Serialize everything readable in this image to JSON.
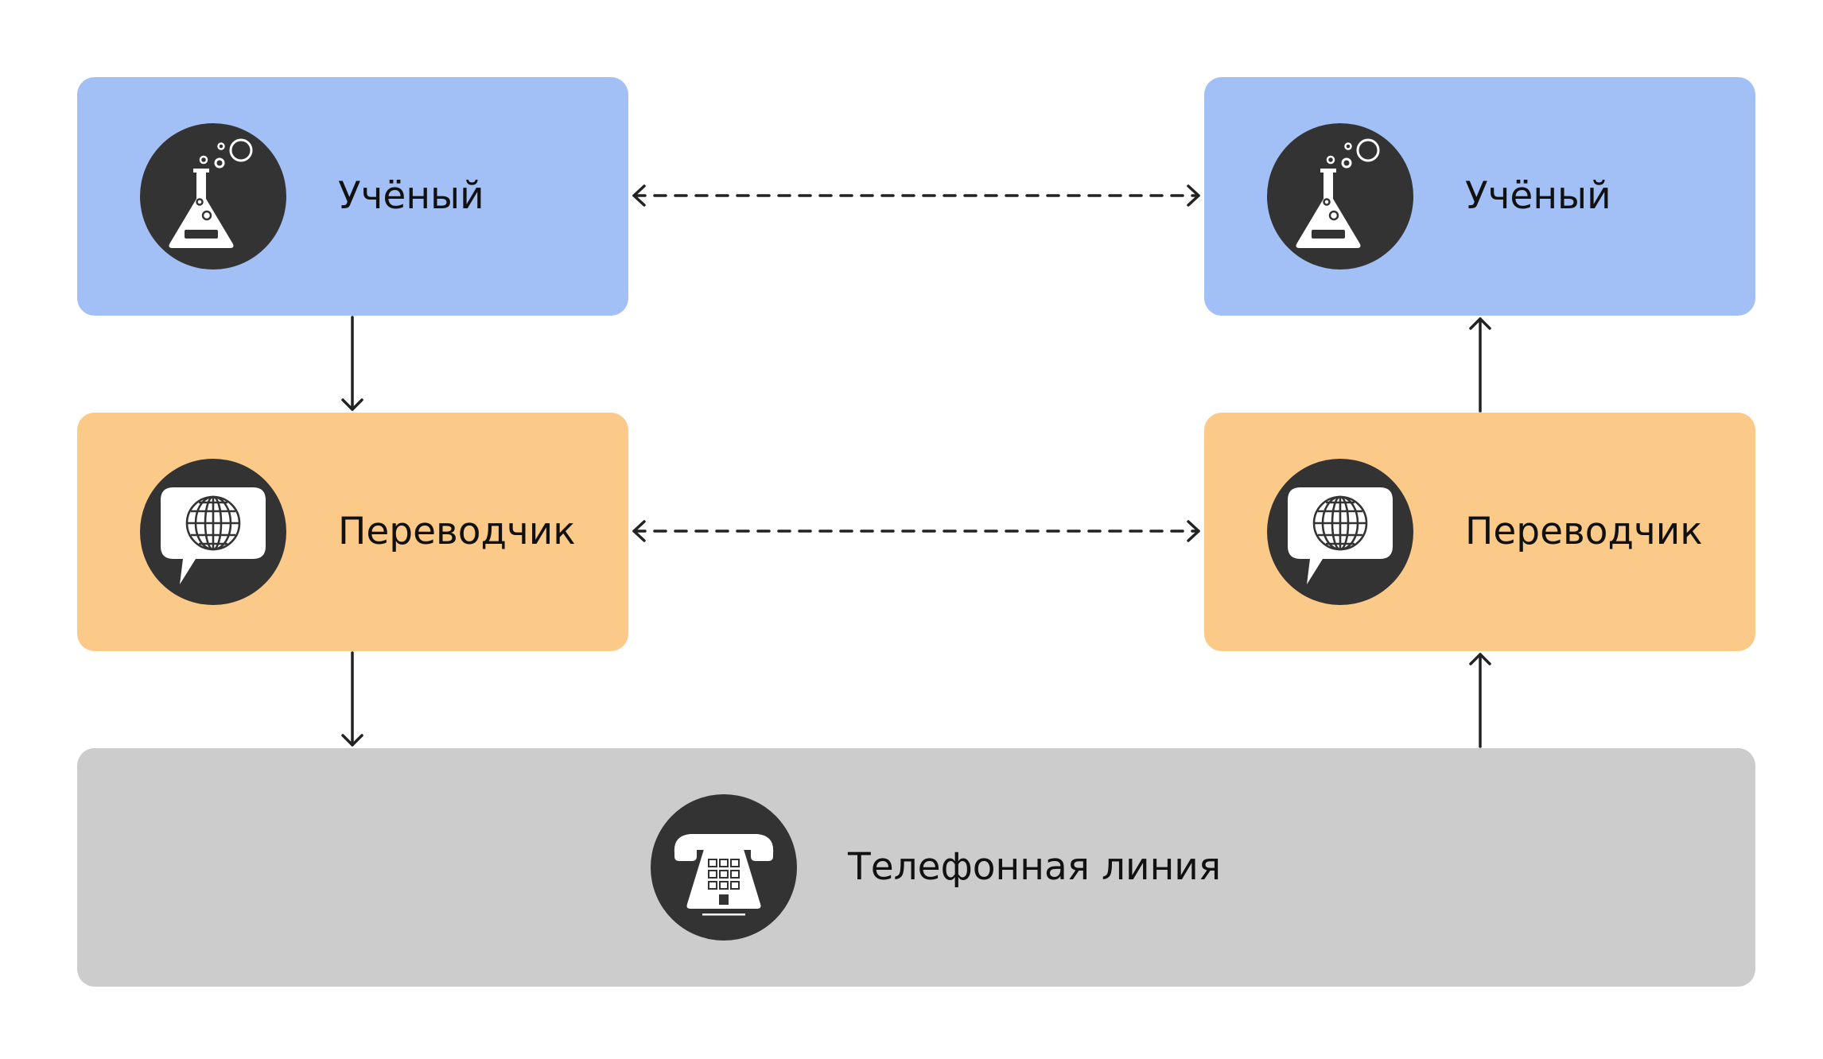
{
  "left": {
    "scientist": {
      "label": "Учёный",
      "icon": "flask-icon"
    },
    "translator": {
      "label": "Переводчик",
      "icon": "speech-globe-icon"
    }
  },
  "right": {
    "scientist": {
      "label": "Учёный",
      "icon": "flask-icon"
    },
    "translator": {
      "label": "Переводчик",
      "icon": "speech-globe-icon"
    }
  },
  "channel": {
    "label": "Телефонная линия",
    "icon": "telephone-icon"
  },
  "colors": {
    "scientist_fill": "#a2c0f5",
    "translator_fill": "#fbca88",
    "channel_fill": "#cccccc",
    "icon_background": "#333333",
    "arrow": "#222222"
  }
}
